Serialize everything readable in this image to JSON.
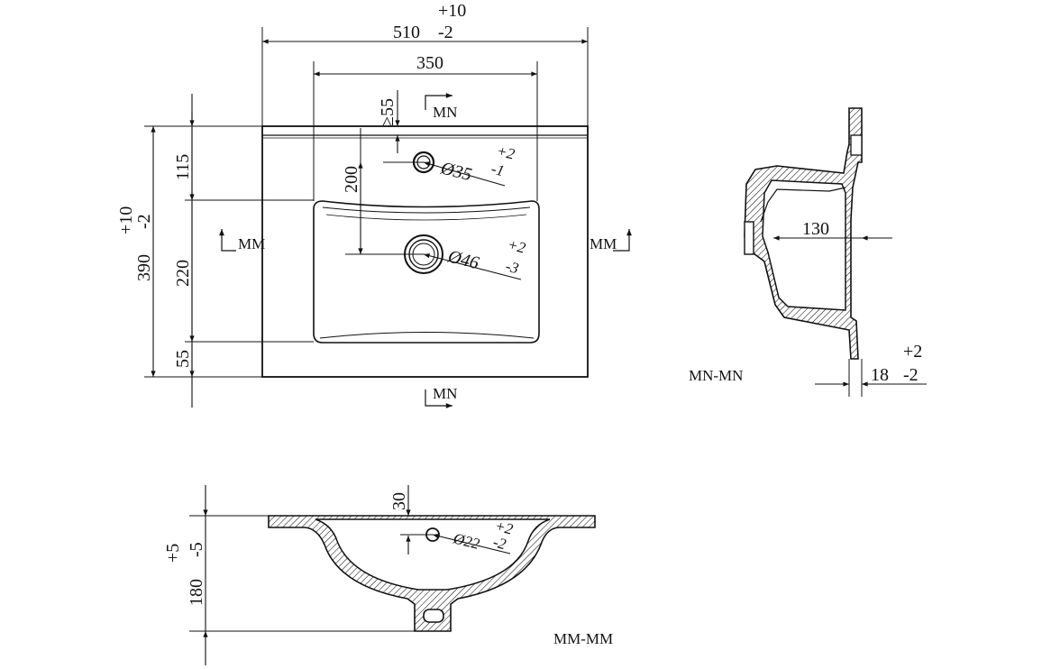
{
  "drawing": {
    "top_view": {
      "overall_width": {
        "value": "510",
        "tol_plus": "+10",
        "tol_minus": "-2"
      },
      "basin_width": "350",
      "tap_edge_distance": "≥55",
      "tap_hole_diameter": {
        "value": "Ø35",
        "tol_plus": "+2",
        "tol_minus": "-1"
      },
      "waste_diameter": {
        "value": "Ø46",
        "tol_plus": "+2",
        "tol_minus": "-3"
      },
      "tap_to_waste": "200",
      "overall_depth": {
        "value": "390",
        "tol_plus": "+10",
        "tol_minus": "-2"
      },
      "depth_back": "115",
      "depth_basin": "220",
      "depth_front": "55",
      "section_mm_left": "MM",
      "section_mm_right": "MM",
      "section_mn_top": "MN",
      "section_mn_bottom": "MN"
    },
    "section_mn": {
      "label": "MN-MN",
      "overflow_depth": "130",
      "rim_thickness": {
        "value": "18",
        "tol_plus": "+2",
        "tol_minus": "-2"
      }
    },
    "section_mm": {
      "label": "MM-MM",
      "overflow_offset": "30",
      "overflow_diameter": {
        "value": "Ø22",
        "tol_plus": "+2",
        "tol_minus": "-2"
      },
      "overall_height": {
        "value": "180",
        "tol_plus": "+5",
        "tol_minus": "-5"
      }
    }
  }
}
